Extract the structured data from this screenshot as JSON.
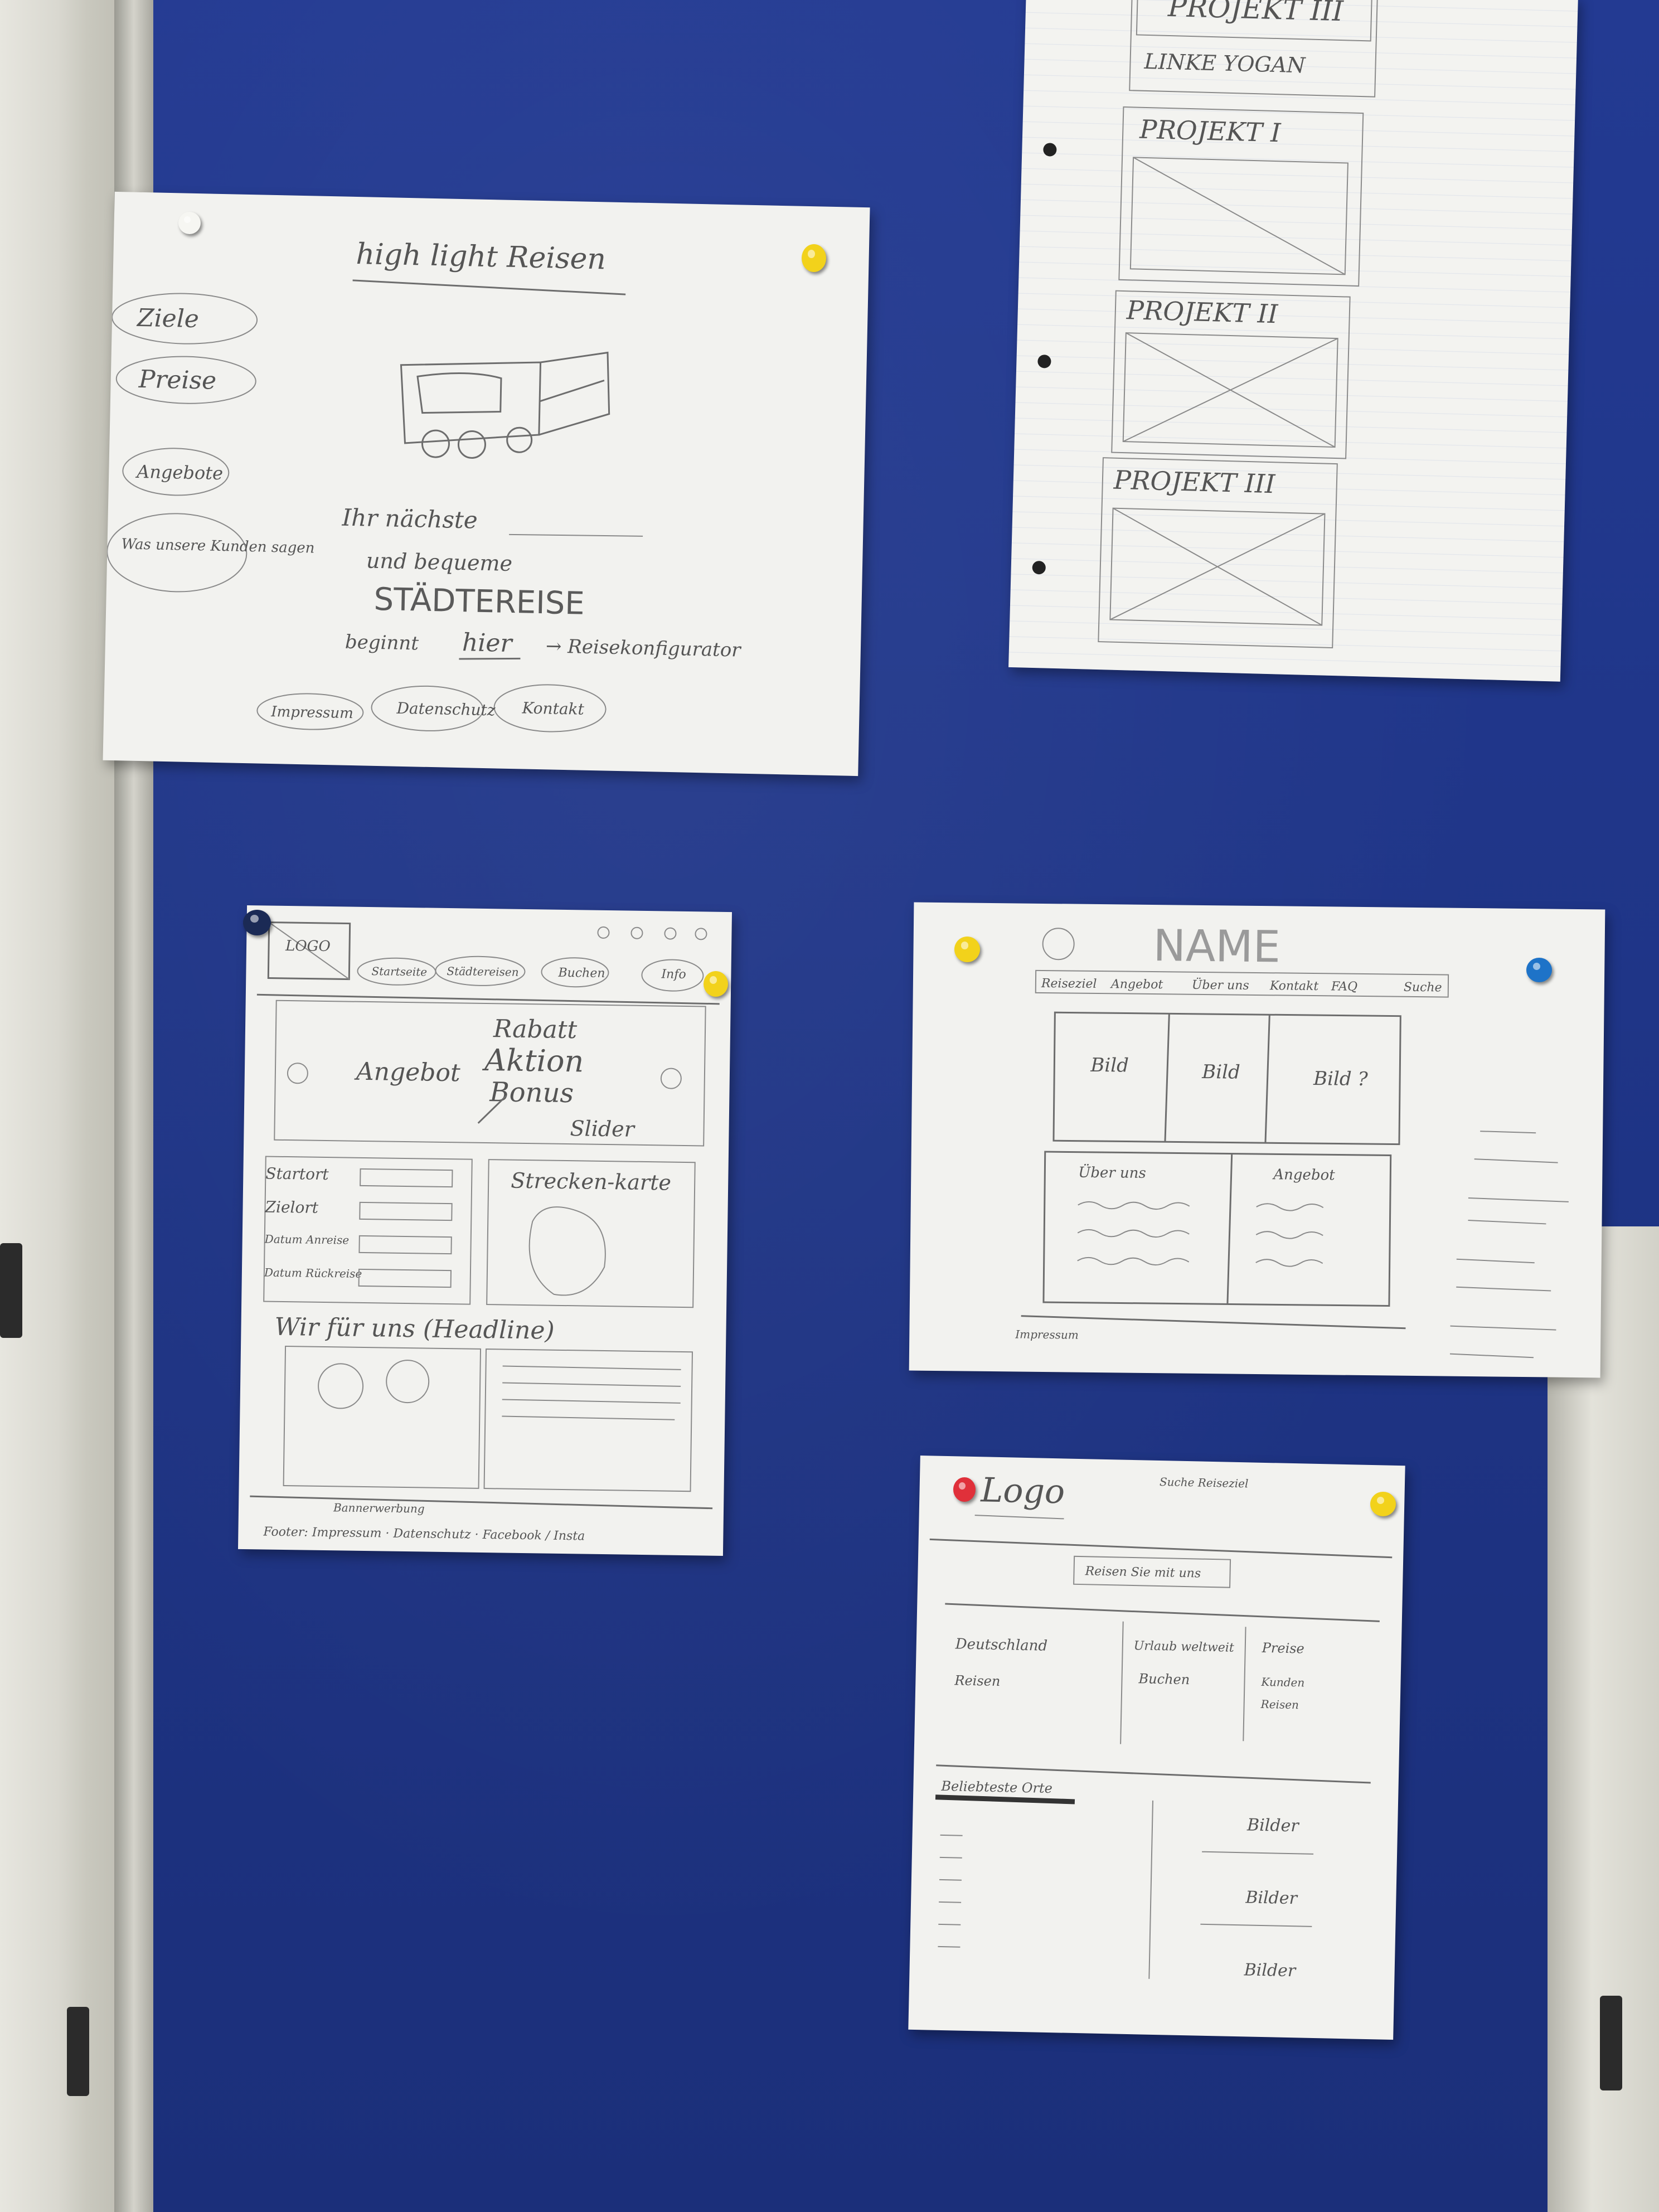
{
  "colors": {
    "board": "#1f3587",
    "paper": "#f2f2ef",
    "pin_yellow": "#f2d21b",
    "pin_blue": "#1e73c8",
    "pin_navy": "#1b2a55",
    "pin_red": "#e0303a"
  },
  "sketch1": {
    "title": "high light Reisen",
    "menu": [
      "Ziele",
      "Preise",
      "Angebote",
      "Was unsere Kunden sagen"
    ],
    "tagline_line1": "Ihr nächste",
    "tagline_line2": "und bequeme",
    "headline": "STÄDTEREISE",
    "cta_start": "beginnt",
    "cta_link": "hier",
    "cta_end": "→ Reisekonfigurator",
    "footer": [
      "Impressum",
      "Datenschutz",
      "Kontakt"
    ]
  },
  "sketch2": {
    "sections": [
      "PROJEKT III",
      "PROJEKT I",
      "PROJEKT II",
      "PROJEKT III"
    ],
    "subtitle": "LINKE YOGAN"
  },
  "sketch3": {
    "logo": "LOGO",
    "nav": [
      "Startseite",
      "Städtereisen",
      "Buchen",
      "Info"
    ],
    "slider_line1": "Rabatt",
    "slider_line2": "Angebot",
    "slider_line3": "Aktion",
    "slider_line4": "Bonus",
    "slider_label": "Slider",
    "form_labels": [
      "Startort",
      "Zielort",
      "Datum Anreise",
      "Datum Rückreise"
    ],
    "map_label": "Strecken-karte",
    "about_title": "Wir für uns (Headline)",
    "footer_text": "Footer: Impressum · Datenschutz · Facebook / Insta",
    "footer_top": "Bannerwerbung"
  },
  "sketch4": {
    "title": "NAME",
    "nav": [
      "Reiseziel",
      "Angebot",
      "Über uns",
      "Kontakt",
      "FAQ",
      "Suche"
    ],
    "images": [
      "Bild",
      "Bild",
      "Bild ?"
    ],
    "col_left_title": "Über uns",
    "col_right_title": "Angebot",
    "footer_left": "Impressum"
  },
  "sketch5": {
    "logo": "Logo",
    "top_text": "Suche Reiseziel",
    "search": "Reisen Sie mit uns",
    "cols": [
      [
        "Deutschland",
        "Reisen"
      ],
      [
        "Urlaub weltweit",
        "Buchen"
      ],
      [
        "Preise",
        "Kunden",
        "Reisen"
      ]
    ],
    "section_title": "Beliebteste Orte",
    "images": [
      "Bilder",
      "Bilder",
      "Bilder"
    ]
  }
}
